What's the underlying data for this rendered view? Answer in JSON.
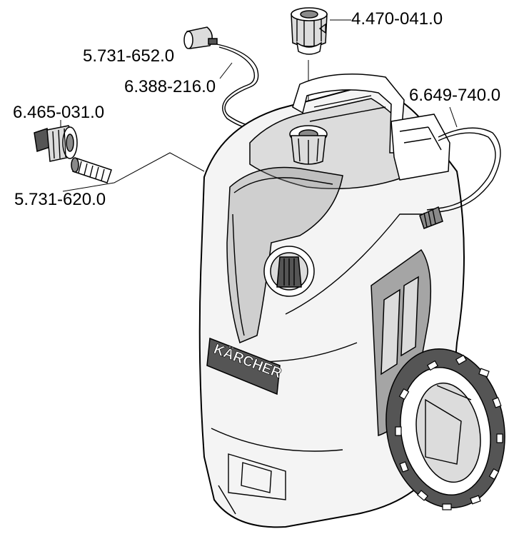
{
  "parts": {
    "nozzle_connector": "4.470-041.0",
    "hose_end_cap": "5.731-652.0",
    "hose": "6.388-216.0",
    "coupling": "6.465-031.0",
    "filter": "5.731-620.0",
    "handle_hose": "6.649-740.0"
  },
  "logo_text": "KÄRCHER"
}
